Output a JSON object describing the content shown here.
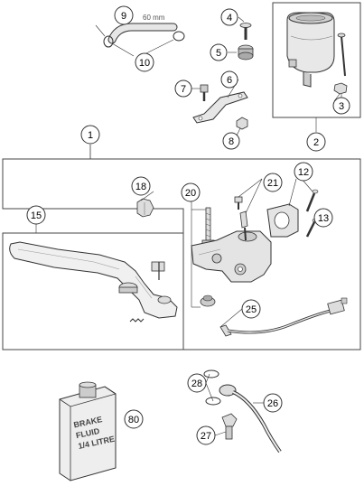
{
  "callouts": {
    "c1": "1",
    "c2": "2",
    "c3": "3",
    "c4": "4",
    "c5": "5",
    "c6": "6",
    "c7": "7",
    "c8": "8",
    "c9": "9",
    "c10": "10",
    "c12": "12",
    "c13": "13",
    "c15": "15",
    "c18": "18",
    "c20": "20",
    "c21": "21",
    "c25": "25",
    "c26": "26",
    "c27": "27",
    "c28": "28",
    "c80": "80"
  },
  "hose_length_label": "60 mm",
  "bottle_label": {
    "line1": "BRAKE",
    "line2": "FLUID",
    "line3": "1/4 LITRE"
  }
}
